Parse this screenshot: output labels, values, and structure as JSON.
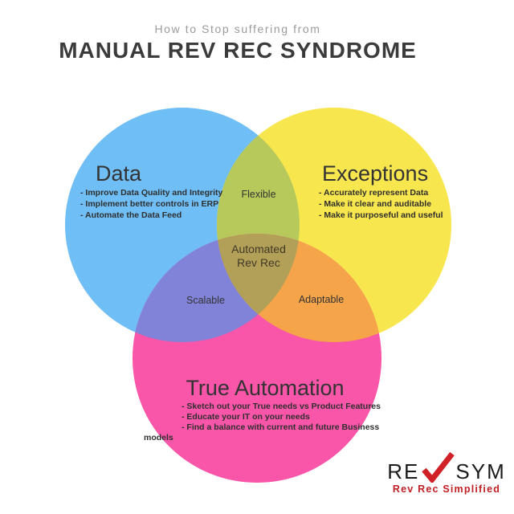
{
  "header": {
    "subtitle": "How to Stop suffering from",
    "title": "MANUAL REV REC SYNDROME"
  },
  "venn": {
    "data": {
      "heading": "Data",
      "color": "#6fbef5",
      "bullets": [
        "- Improve Data Quality and Integrity",
        "- Implement better controls in ERP",
        "- Automate the Data Feed"
      ]
    },
    "exceptions": {
      "heading": "Exceptions",
      "color": "#f8e64e",
      "bullets": [
        "- Accurately represent Data",
        "- Make it clear and auditable",
        "- Make it purposeful and useful"
      ]
    },
    "automation": {
      "heading": "True Automation",
      "color": "#f955a9",
      "bullets": [
        "- Sketch out your True needs vs Product Features",
        "- Educate your IT on your needs",
        "- Find a balance with current and future Business",
        "models"
      ]
    },
    "overlaps": {
      "flexible": {
        "label": "Flexible",
        "color": "#b8c95b"
      },
      "scalable": {
        "label": "Scalable",
        "color": "#8183d9"
      },
      "adaptable": {
        "label": "Adaptable",
        "color": "#f5a44a"
      },
      "center": {
        "line1": "Automated",
        "line2": "Rev Rec",
        "color": "#b3a058"
      }
    }
  },
  "logo": {
    "prefix": "RE",
    "suffix": "SYM",
    "check_color": "#cf2127",
    "text_color": "#1b1b1b",
    "tagline": "Rev Rec Simplified",
    "tagline_color": "#c02026"
  }
}
